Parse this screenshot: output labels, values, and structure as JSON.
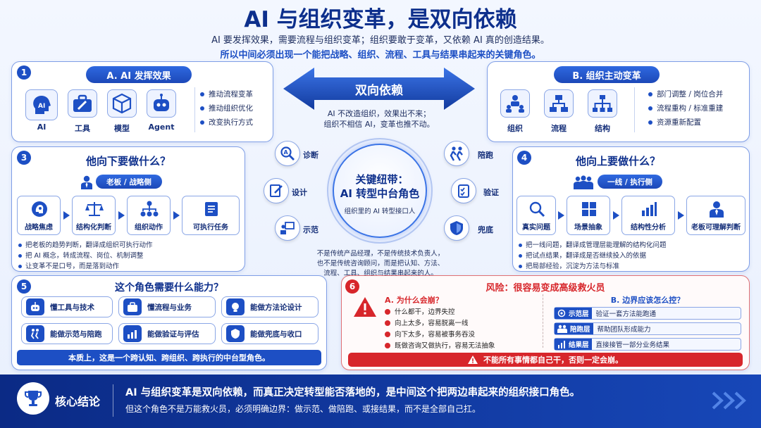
{
  "header": {
    "title": "AI 与组织变革，是双向依赖",
    "sub1": "AI 要发挥效果，需要流程与组织变革；组织要敢于变革，又依赖 AI 真的创造结果。",
    "sub2": "所以中间必须出现一个能把战略、组织、流程、工具与结果串起来的关键角色。"
  },
  "p1": {
    "num": "1",
    "title": "A. AI 发挥效果",
    "icons": [
      "AI",
      "工具",
      "模型",
      "Agent"
    ],
    "bullets": [
      "推动流程变革",
      "推动组织优化",
      "改变执行方式"
    ]
  },
  "p2": {
    "title": "B. 组织主动变革",
    "icons": [
      "组织",
      "流程",
      "结构"
    ],
    "bullets": [
      "部门调整 / 岗位合并",
      "流程重构 / 标准重建",
      "资源重新配置"
    ]
  },
  "center": {
    "arrow_label": "双向依赖",
    "line1": "AI 不改造组织，效果出不来；",
    "line2": "组织不相信 AI，变革也推不动。",
    "hub_title": "关键纽带：",
    "hub_sub": "AI 转型中台角色",
    "hub_desc": "组织里的 AI 转型接口人",
    "left_sats": [
      "诊断",
      "设计",
      "示范"
    ],
    "right_sats": [
      "陪跑",
      "验证",
      "兜底"
    ],
    "note1": "不是传统产品经理，不是传统技术负责人，",
    "note2": "也不是传统咨询顾问，而是把认知、方法、",
    "note3": "流程、工具、组织与结果串起来的人。"
  },
  "p3": {
    "num": "3",
    "title": "他向下要做什么？",
    "tag": "老板 / 战略侧",
    "steps": [
      "战略焦虑",
      "结构化判断",
      "组织动作",
      "可执行任务"
    ],
    "bullets": [
      "把老板的趋势判断，翻译成组织可执行动作",
      "把 AI 概念，转成流程、岗位、机制调整",
      "让变革不是口号，而是落到动作"
    ]
  },
  "p4": {
    "num": "4",
    "title": "他向上要做什么？",
    "tag": "一线 / 执行侧",
    "steps": [
      "真实问题",
      "场景抽象",
      "结构性分析",
      "老板可理解判断"
    ],
    "bullets": [
      "把一线问题，翻译成管理层能理解的结构化问题",
      "把试点结果，翻译成是否继续投入的依据",
      "把局部经验，沉淀为方法与标准"
    ]
  },
  "p5": {
    "num": "5",
    "title": "这个角色需要什么能力？",
    "caps": [
      "懂工具与技术",
      "懂流程与业务",
      "能做方法论设计",
      "能做示范与陪跑",
      "能做验证与评估",
      "能做兜底与收口"
    ],
    "footer": "本质上，这是一个跨认知、跨组织、跨执行的中台型角色。"
  },
  "p6": {
    "num": "6",
    "title": "风险：很容易变成高级救火员",
    "left_title": "A. 为什么会崩？",
    "left_items": [
      "什么都干，边界失控",
      "向上太多，容易脱离一线",
      "向下太多，容易被事务吞没",
      "既做咨询又做执行，容易无法抽象"
    ],
    "right_title": "B. 边界应该怎么控？",
    "right_items": [
      {
        "tag": "示范层",
        "text": "验证一套方法能跑通"
      },
      {
        "tag": "陪跑层",
        "text": "帮助团队形成能力"
      },
      {
        "tag": "结果层",
        "text": "直接接管一部分业务结果"
      }
    ],
    "footer": "不能所有事情都自己干，否则一定会崩。"
  },
  "bottom": {
    "label": "核心结论",
    "line1": "AI 与组织变革是双向依赖，而真正决定转型能否落地的，是中间这个把两边串起来的组织接口角色。",
    "line2": "但这个角色不是万能救火员，必须明确边界：做示范、做陪跑、或接结果，而不是全部自己扛。"
  },
  "colors": {
    "primary": "#1d4fc4",
    "dark": "#0d2f8c",
    "risk": "#d7262b"
  }
}
